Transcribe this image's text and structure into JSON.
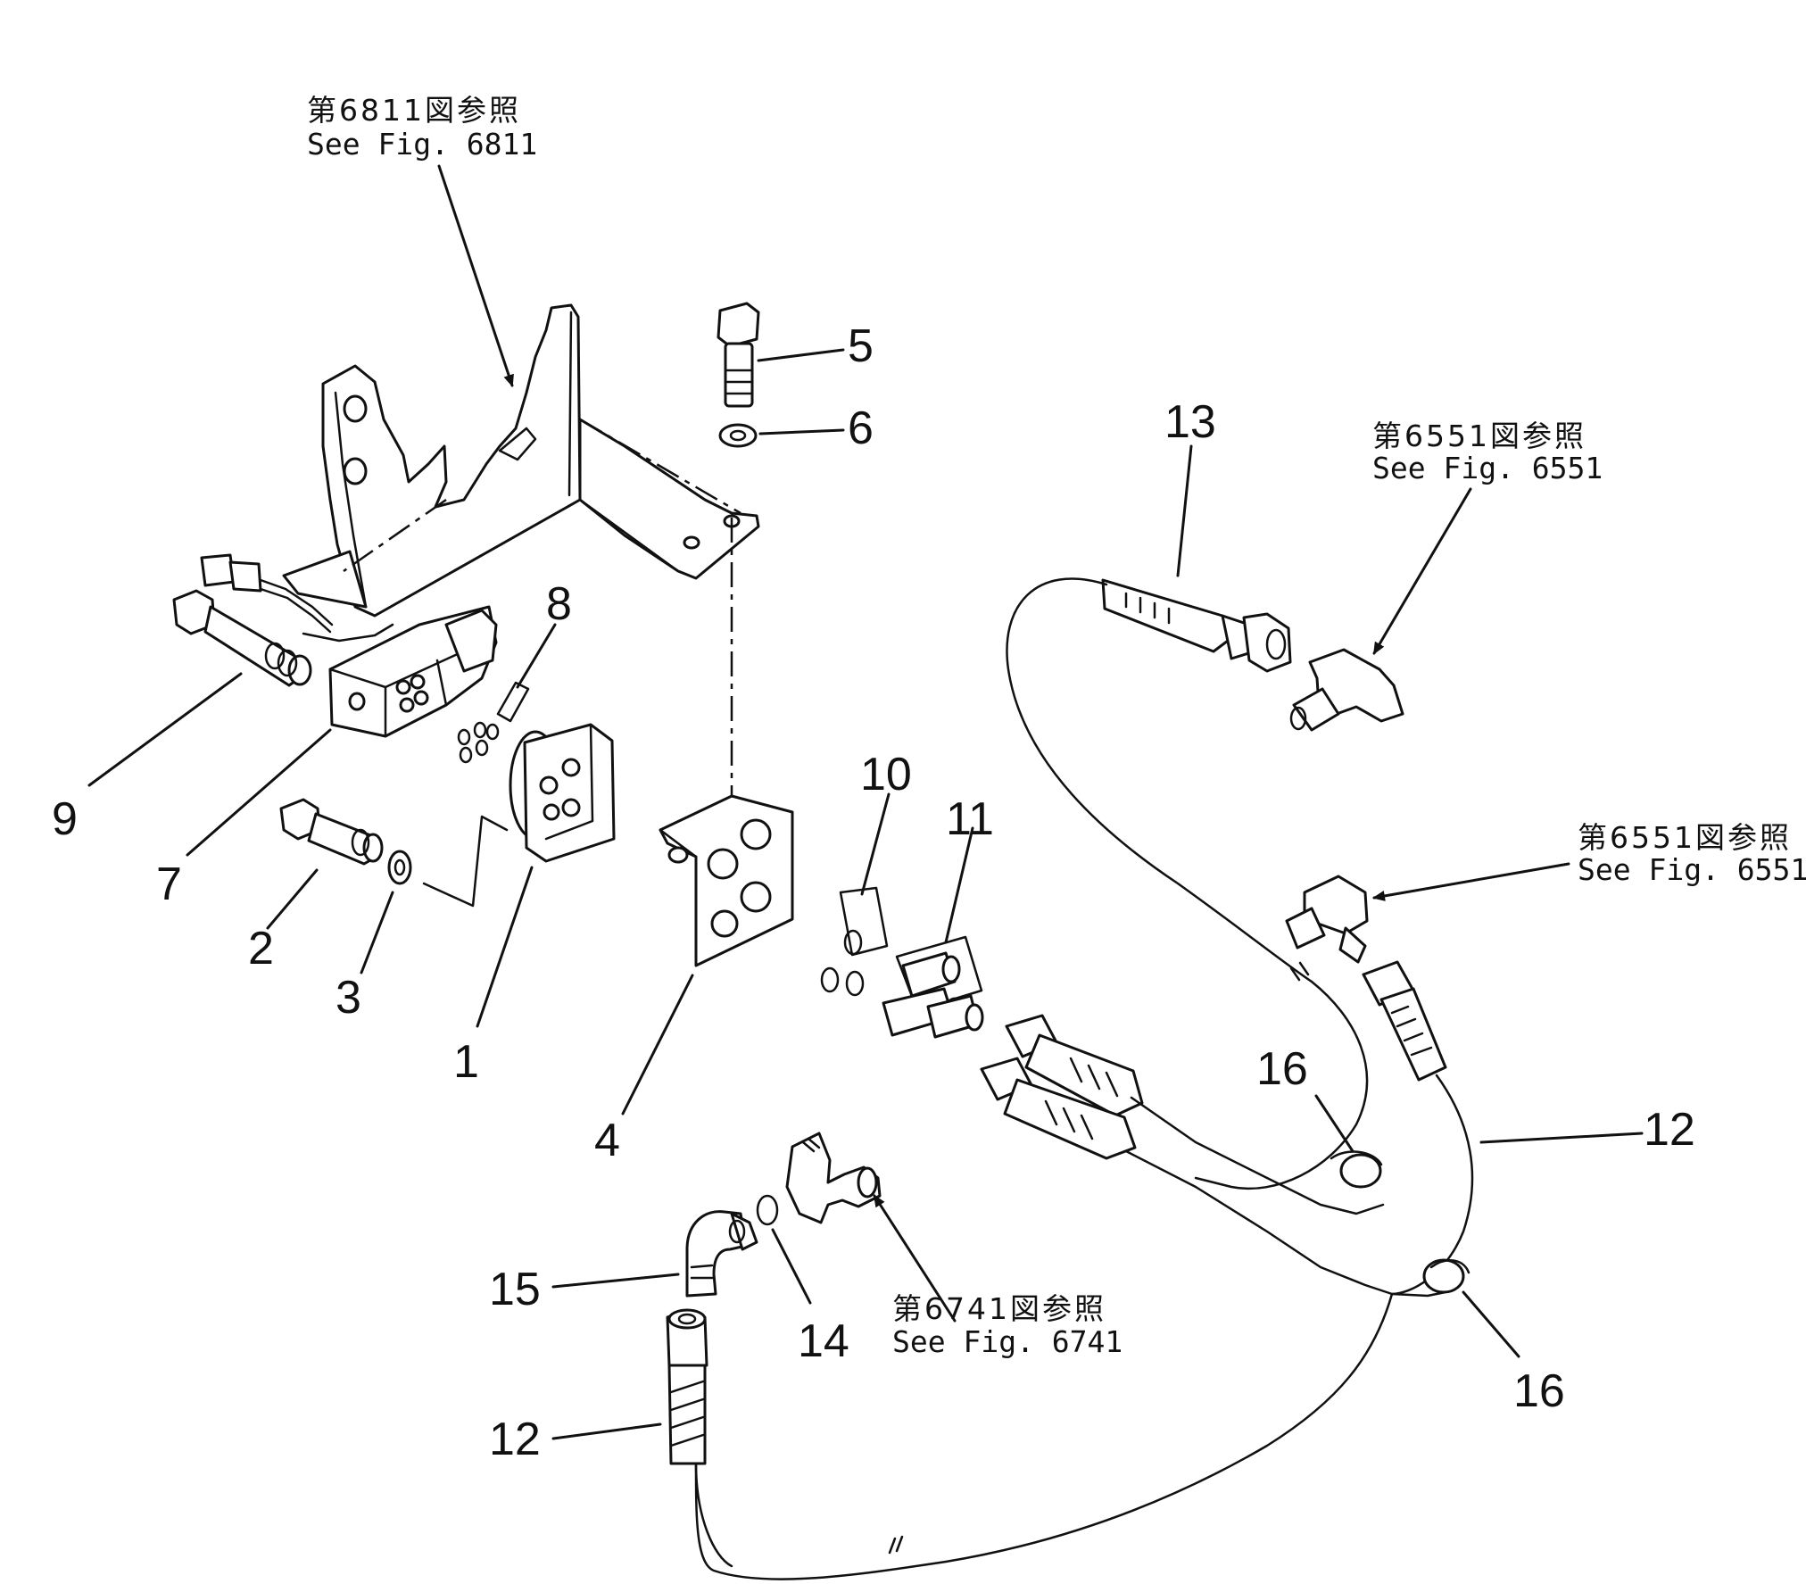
{
  "part_labels": {
    "p1": "1",
    "p2": "2",
    "p3": "3",
    "p4": "4",
    "p5": "5",
    "p6": "6",
    "p7": "7",
    "p8": "8",
    "p9": "9",
    "p10": "10",
    "p11": "11",
    "p12a": "12",
    "p12b": "12",
    "p13": "13",
    "p14": "14",
    "p15": "15",
    "p16a": "16",
    "p16b": "16"
  },
  "references": {
    "fig6811": {
      "jp": "第6811図参照",
      "en": "See  Fig. 6811"
    },
    "fig6551a": {
      "jp": "第6551図参照",
      "en": "See  Fig. 6551"
    },
    "fig6551b": {
      "jp": "第6551図参照",
      "en": "See  Fig. 6551"
    },
    "fig6741": {
      "jp": "第6741図参照",
      "en": "See  Fig. 6741"
    }
  }
}
